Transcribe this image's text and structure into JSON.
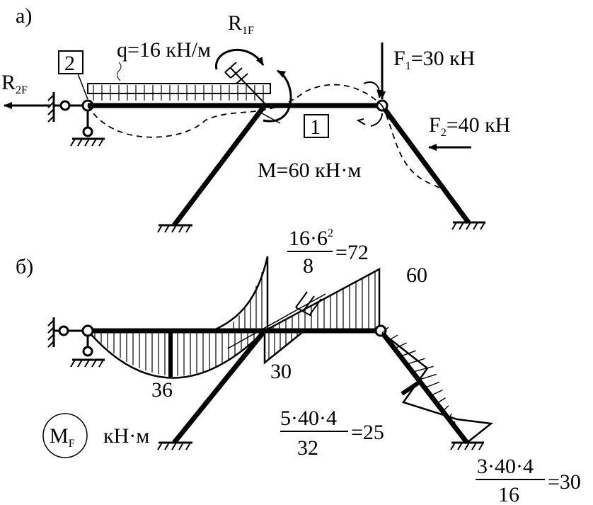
{
  "part_a": {
    "label": "а)",
    "distributed_load": "q=16 кН/м",
    "reaction_moment": {
      "main": "R",
      "sub": "1F"
    },
    "reaction_force": {
      "main": "R",
      "sub": "2F"
    },
    "force_1": {
      "main": "F",
      "sub": "1",
      "value": "=30 кН"
    },
    "force_2": {
      "main": "F",
      "sub": "2",
      "value": "=40 кН"
    },
    "moment": "M=60 кН·м",
    "box_1": "1",
    "box_2": "2"
  },
  "part_b": {
    "label": "б)",
    "diagram_label": {
      "main": "M",
      "sub": "F"
    },
    "units": "кН·м",
    "value_36": "36",
    "value_30": "30",
    "value_60": "60",
    "formula_72": {
      "numerator": "16·6",
      "exp": "2",
      "denominator": "8",
      "result": "=72"
    },
    "formula_25": {
      "numerator": "5·40·4",
      "denominator": "32",
      "result": "=25"
    },
    "formula_30": {
      "numerator": "3·40·4",
      "denominator": "16",
      "result": "=30"
    }
  }
}
